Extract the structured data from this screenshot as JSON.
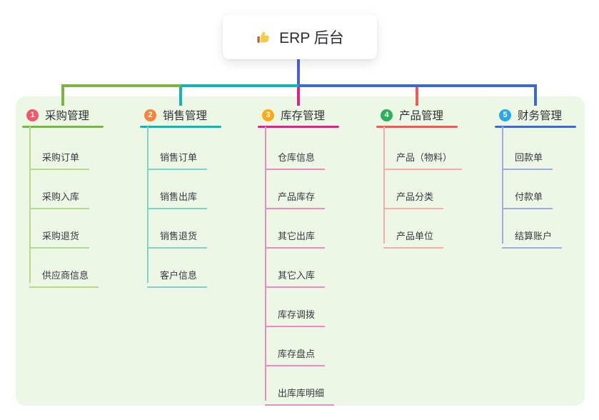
{
  "root": {
    "label": "ERP 后台",
    "icon": "thumbs-up"
  },
  "colors": {
    "panel_bg": "#ECF7E6",
    "root_line": "#4C60D6",
    "text_dark": "#323238",
    "thumb_hand": "#F9CB4C",
    "thumb_sleeve": "#AF6E31"
  },
  "branches": [
    {
      "number": "1",
      "label": "采购管理",
      "badge_color": "#F0566C",
      "line_color": "#7CB342",
      "child_line_color": "#B5DA8E",
      "children": [
        "采购订单",
        "采购入库",
        "采购退货",
        "供应商信息"
      ]
    },
    {
      "number": "2",
      "label": "销售管理",
      "badge_color": "#F8833C",
      "line_color": "#12B5B0",
      "child_line_color": "#82D2CC",
      "children": [
        "销售订单",
        "销售出库",
        "销售退货",
        "客户信息"
      ]
    },
    {
      "number": "3",
      "label": "库存管理",
      "badge_color": "#FBAC16",
      "line_color": "#E0218A",
      "child_line_color": "#F287C2",
      "children": [
        "仓库信息",
        "产品库存",
        "其它出库",
        "其它入库",
        "库存调拨",
        "库存盘点",
        "出库库明细"
      ]
    },
    {
      "number": "4",
      "label": "产品管理",
      "badge_color": "#2BB05A",
      "line_color": "#F25B52",
      "child_line_color": "#F9ADA8",
      "children": [
        "产品（物料）",
        "产品分类",
        "产品单位"
      ]
    },
    {
      "number": "5",
      "label": "财务管理",
      "badge_color": "#2BA7E8",
      "line_color": "#3E68D8",
      "child_line_color": "#9AAEE3",
      "children": [
        "回款单",
        "付款单",
        "结算账户"
      ]
    }
  ]
}
